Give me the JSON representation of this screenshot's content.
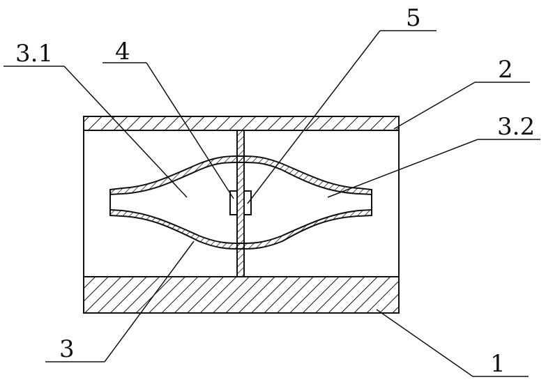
{
  "labels": {
    "l1": "1",
    "l2": "2",
    "l3": "3",
    "l31": "3.1",
    "l32": "3.2",
    "l4": "4",
    "l5": "5"
  },
  "colors": {
    "ink": "#111111",
    "background": "#ffffff"
  }
}
